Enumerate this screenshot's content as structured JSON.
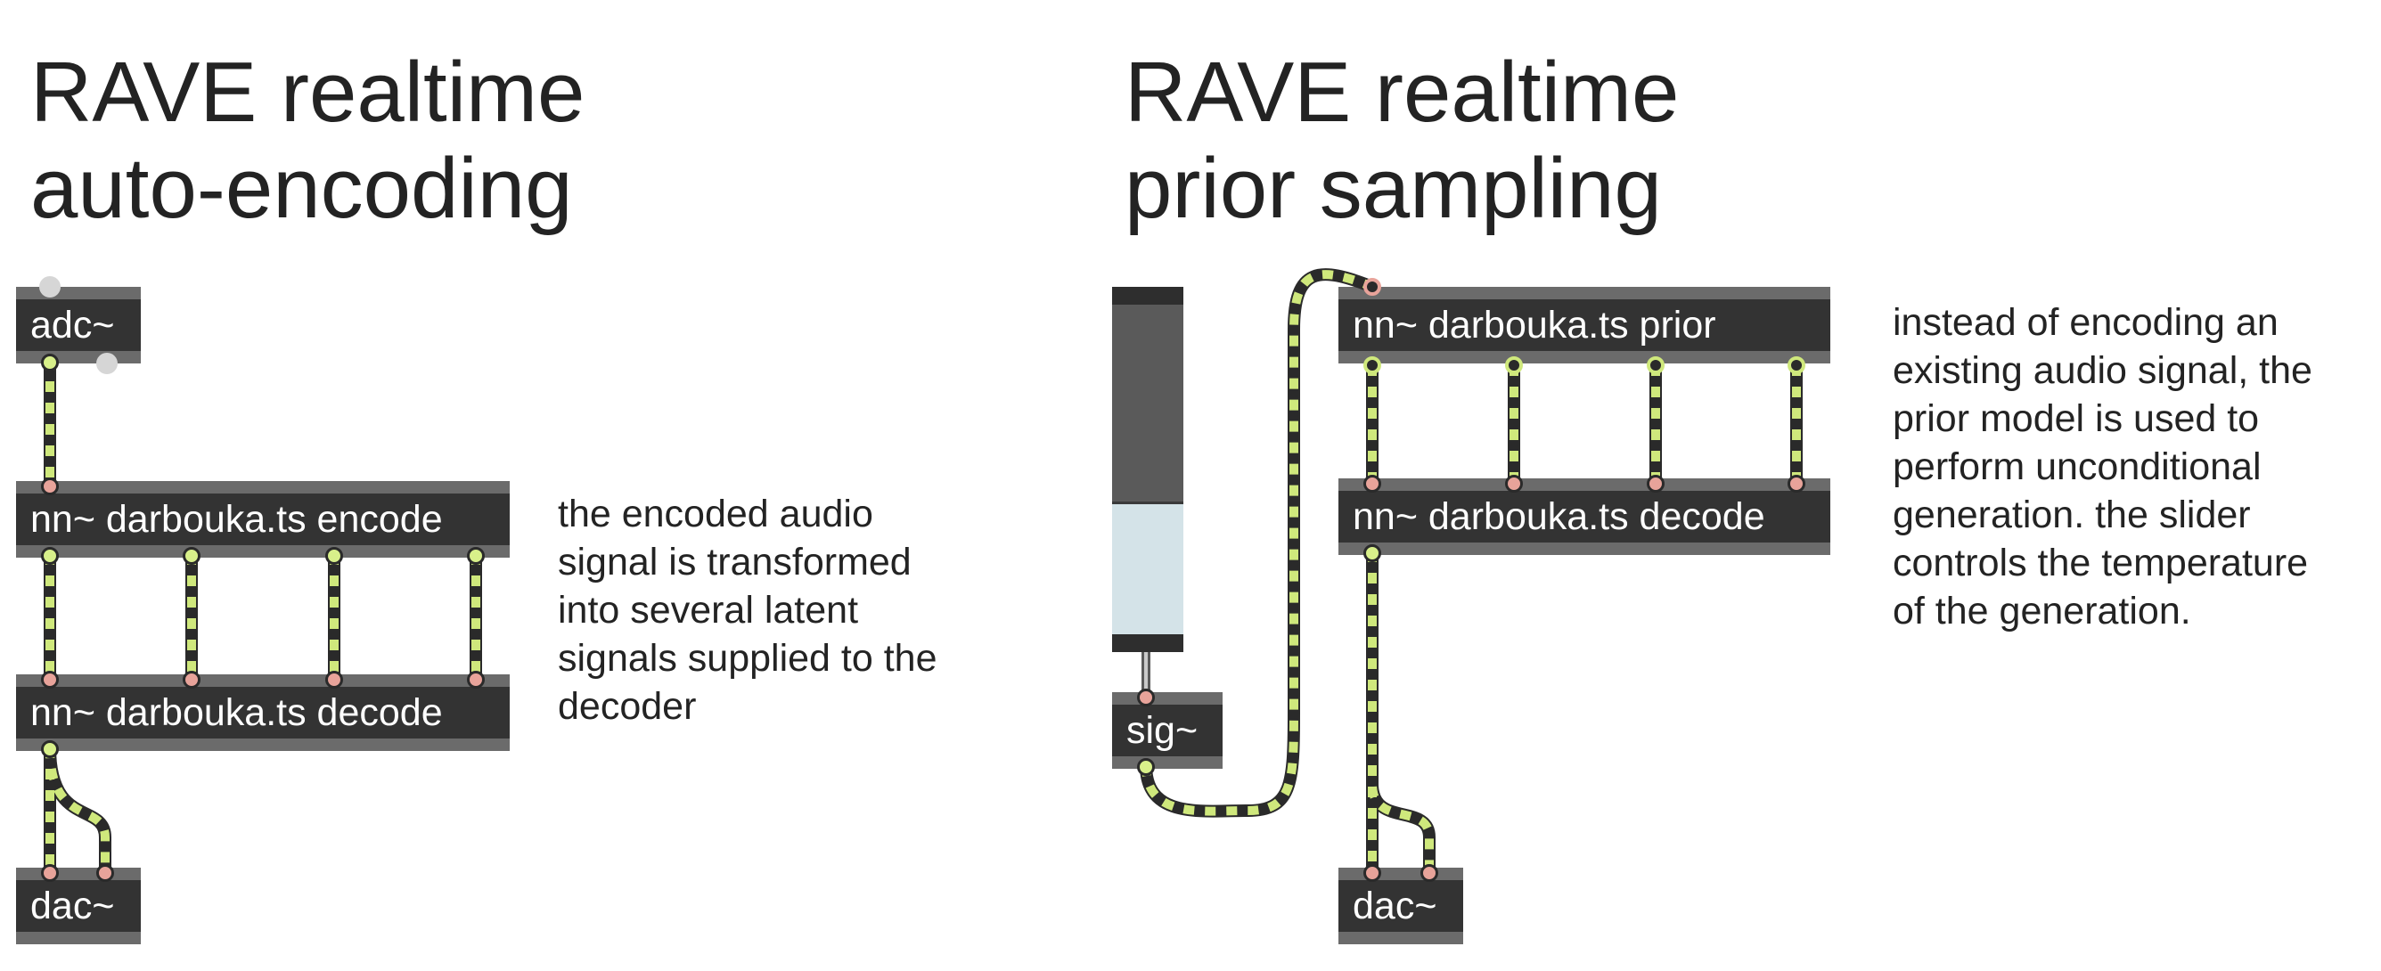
{
  "patch_left": {
    "title_line1": "RAVE realtime",
    "title_line2": "auto-encoding",
    "objects": {
      "adc": "adc~",
      "encode": "nn~ darbouka.ts encode",
      "decode": "nn~ darbouka.ts decode",
      "dac": "dac~"
    },
    "comment": [
      "the encoded audio",
      "signal is transformed",
      "into several latent",
      "signals supplied to the",
      "decoder"
    ]
  },
  "patch_right": {
    "title_line1": "RAVE realtime",
    "title_line2": "prior sampling",
    "objects": {
      "sig": "sig~",
      "prior": "nn~ darbouka.ts prior",
      "decode": "nn~ darbouka.ts decode",
      "dac": "dac~"
    },
    "slider_value": 0.4,
    "comment": [
      "instead of encoding an",
      "existing audio signal, the",
      "prior model is used to",
      "perform unconditional",
      "generation. the slider",
      "controls the temperature",
      "of the generation."
    ]
  },
  "colors": {
    "object_bg": "#333333",
    "object_frame": "#6b6b6b",
    "cord_stripe": "#cfe87c",
    "cord_dark": "#2a2a2a",
    "inlet": "#e8a39a",
    "slider_fill": "#d4e3e8",
    "slider_empty": "#5a5a5a"
  }
}
